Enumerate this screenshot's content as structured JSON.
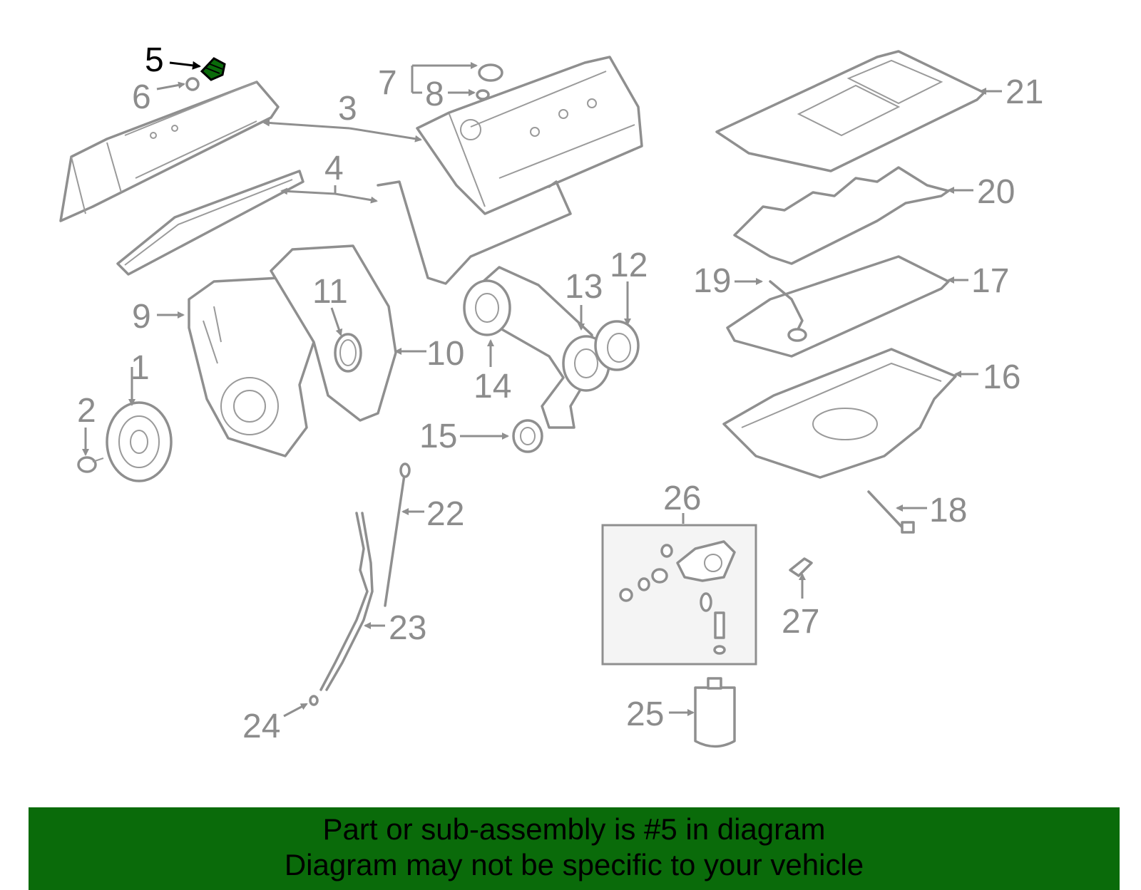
{
  "colors": {
    "highlight": "#0a6b0a",
    "part_stroke": "#8f8f8f",
    "label": "#8c8c8c"
  },
  "callouts": {
    "c1": "1",
    "c2": "2",
    "c3": "3",
    "c4": "4",
    "c5": "5",
    "c6": "6",
    "c7": "7",
    "c8": "8",
    "c9": "9",
    "c10": "10",
    "c11": "11",
    "c12": "12",
    "c13": "13",
    "c14": "14",
    "c15": "15",
    "c16": "16",
    "c17": "17",
    "c18": "18",
    "c19": "19",
    "c20": "20",
    "c21": "21",
    "c22": "22",
    "c23": "23",
    "c24": "24",
    "c25": "25",
    "c26": "26",
    "c27": "27"
  },
  "highlighted_part": "5",
  "banner": {
    "line1": "Part or sub-assembly is #5 in diagram",
    "line2": "Diagram may not be specific to your vehicle"
  }
}
